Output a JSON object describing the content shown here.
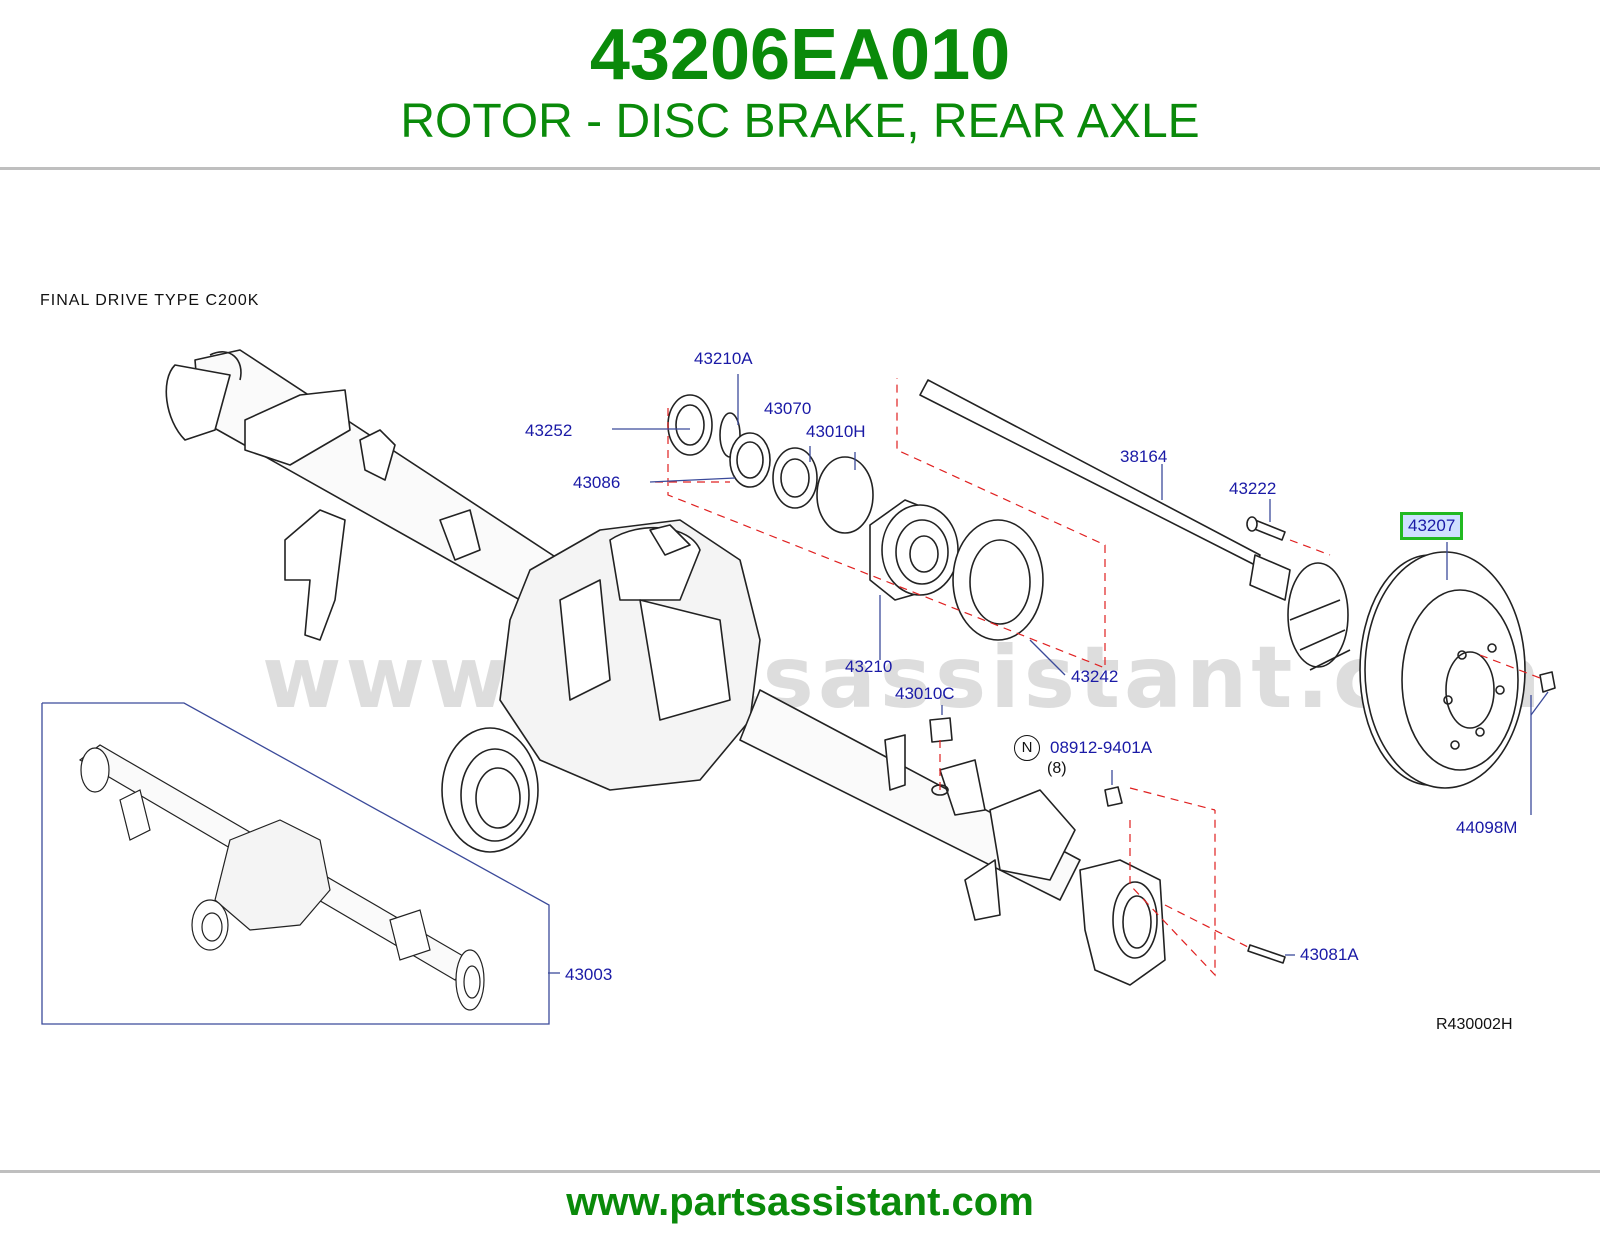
{
  "header": {
    "part_number": "43206EA010",
    "description": "ROTOR - DISC BRAKE, REAR AXLE"
  },
  "diagram": {
    "type_note": "FINAL  DRIVE  TYPE  C200K",
    "reference_code": "R430002H",
    "watermark": "www.partsassistant.com",
    "n_marker": "N",
    "qty_note": "(8)",
    "highlight_color": "#22b922",
    "callouts": {
      "p43210A": "43210A",
      "p43252": "43252",
      "p43070": "43070",
      "p43010H": "43010H",
      "p43086": "43086",
      "p38164": "38164",
      "p43222": "43222",
      "p43207": "43207",
      "p43210": "43210",
      "p43242": "43242",
      "p43010C": "43010C",
      "p08912": "08912-9401A",
      "p44098M": "44098M",
      "p43003": "43003",
      "p43081A": "43081A"
    }
  },
  "footer": {
    "url": "www.partsassistant.com"
  }
}
